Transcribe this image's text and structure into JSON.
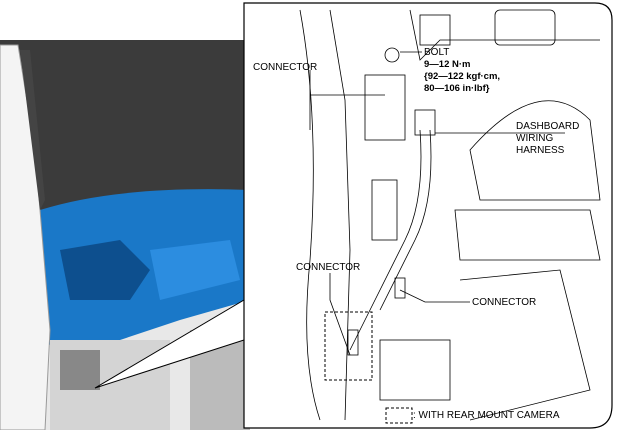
{
  "labels": {
    "connector_top": "CONNECTOR",
    "bolt": "BOLT",
    "torque_line1": "9—12 N·m",
    "torque_line2": "{92—122 kgf·cm,",
    "torque_line3": "80—106 in·lbf}",
    "harness_line1": "DASHBOARD",
    "harness_line2": "WIRING",
    "harness_line3": "HARNESS",
    "connector_left": "CONNECTOR",
    "connector_right": "CONNECTOR",
    "legend": ": WITH REAR MOUNT CAMERA"
  },
  "colors": {
    "dashboard_blue": "#1a78c8",
    "background_dark": "#3a3a3a"
  }
}
